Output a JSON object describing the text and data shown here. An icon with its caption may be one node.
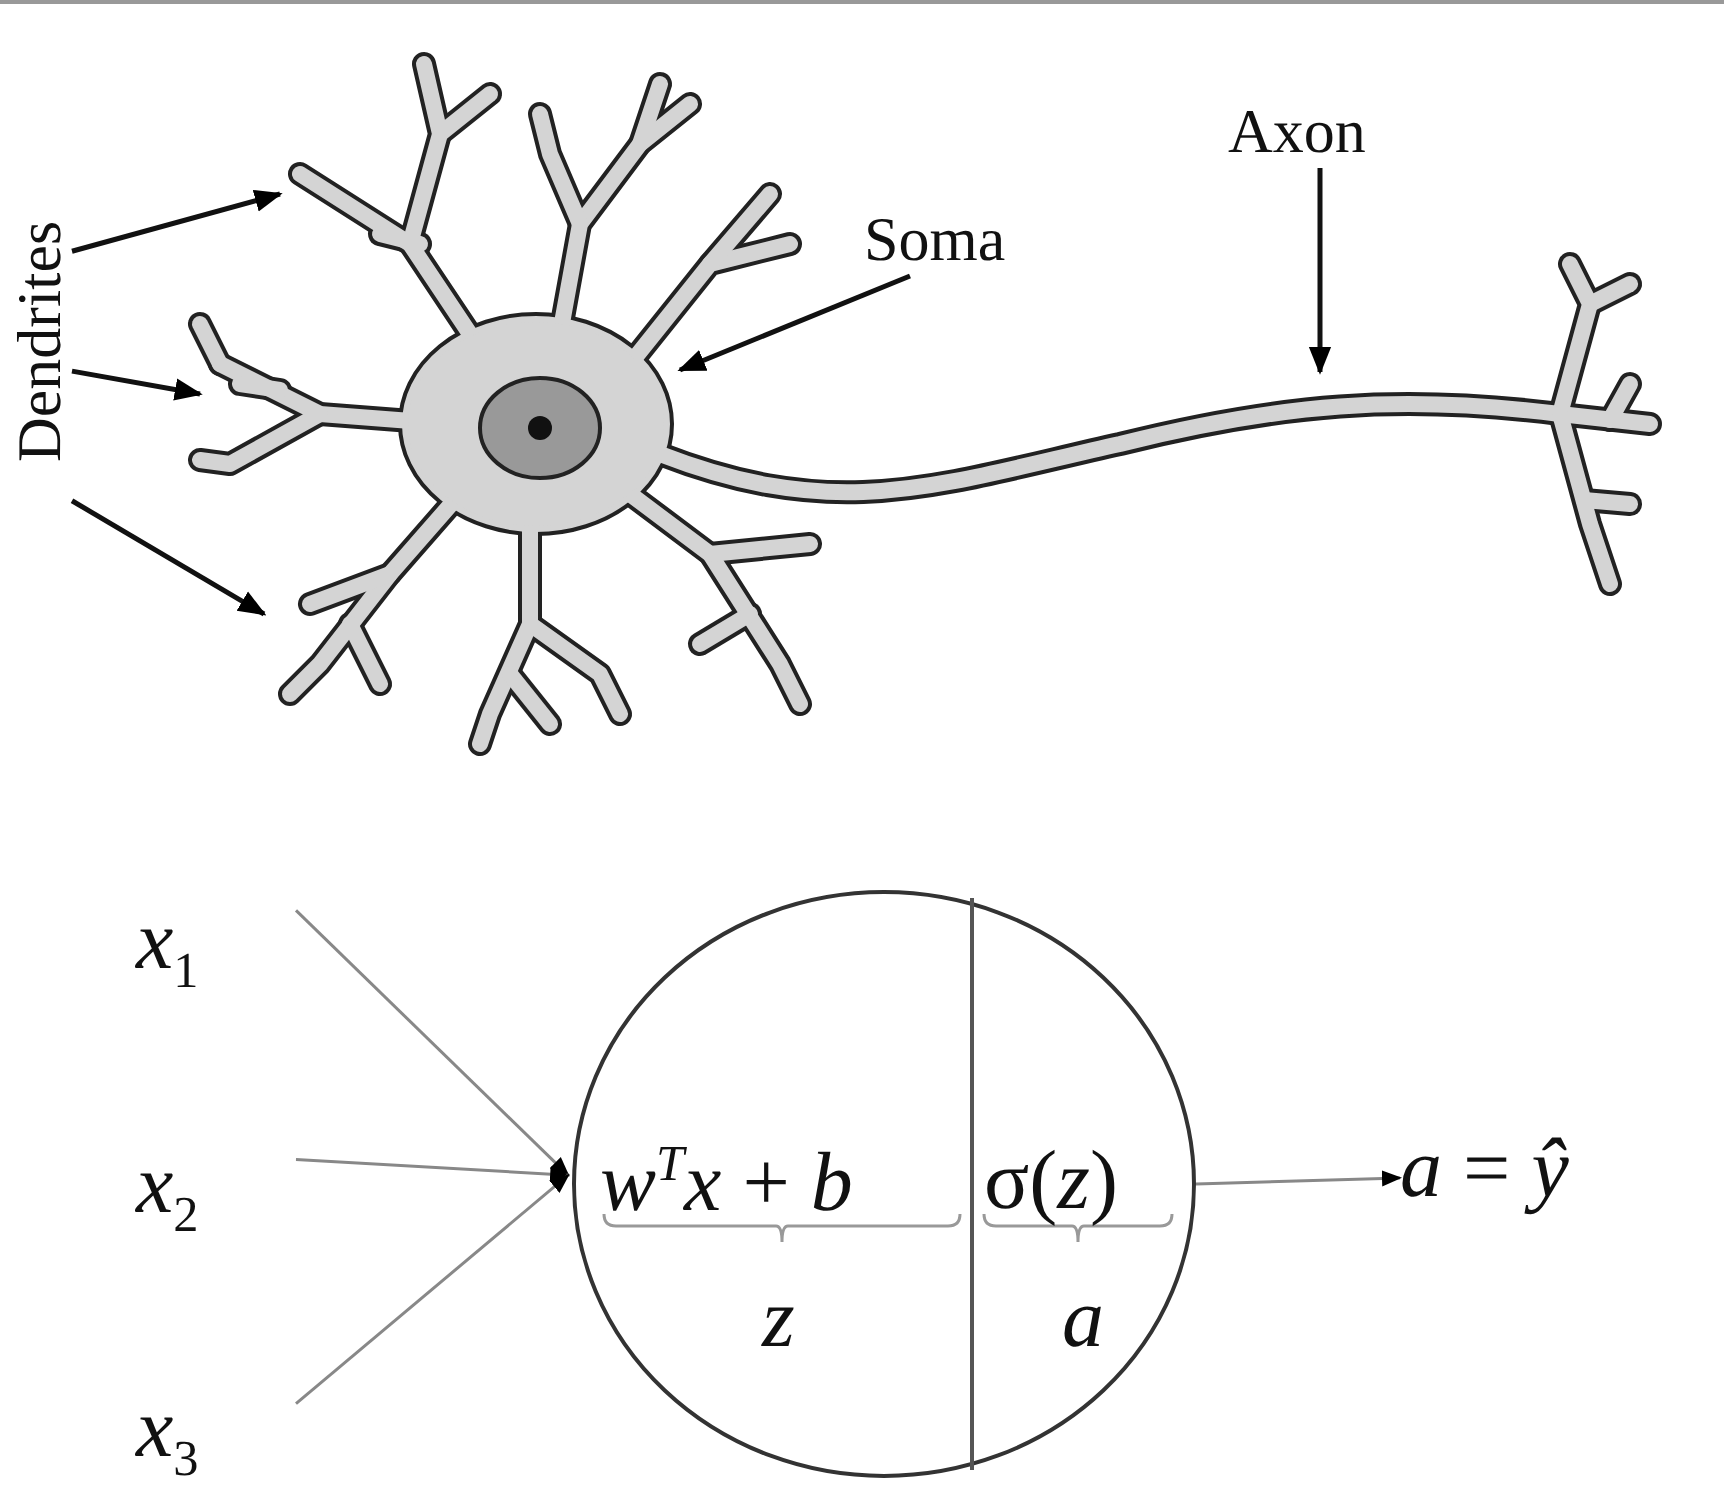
{
  "diagram": {
    "nodes": [
      {
        "text": [
          "Dendrites"
        ]
      },
      {
        "text": [
          "Soma"
        ]
      },
      {
        "text": [
          "Axon"
        ]
      },
      {
        "text": [
          "*x*$_{1}$"
        ]
      },
      {
        "text": [
          "*x*$_{2}$"
        ]
      },
      {
        "text": [
          "*x*$_{3}$"
        ]
      },
      {
        "text": [
          "*w*$^{T}$*x* + *b*",
          "z",
          "σ(*z*)",
          "a"
        ]
      },
      {
        "text": [
          "*a* = *ŷ*"
        ]
      }
    ],
    "edges": [
      {
        "from": 0,
        "to": null,
        "arrow": "to"
      },
      {
        "from": 0,
        "to": null,
        "arrow": "to"
      },
      {
        "from": 0,
        "to": null,
        "arrow": "to"
      },
      {
        "from": 1,
        "to": null,
        "arrow": "to"
      },
      {
        "from": 2,
        "to": null,
        "arrow": "to"
      },
      {
        "from": 3,
        "to": 6,
        "arrow": "to",
        "color": "#888888"
      },
      {
        "from": 4,
        "to": 6,
        "arrow": "to",
        "color": "#888888"
      },
      {
        "from": 5,
        "to": 6,
        "arrow": "to",
        "color": "#888888"
      },
      {
        "from": 6,
        "to": 7,
        "arrow": "to",
        "color": "#888888"
      }
    ]
  }
}
